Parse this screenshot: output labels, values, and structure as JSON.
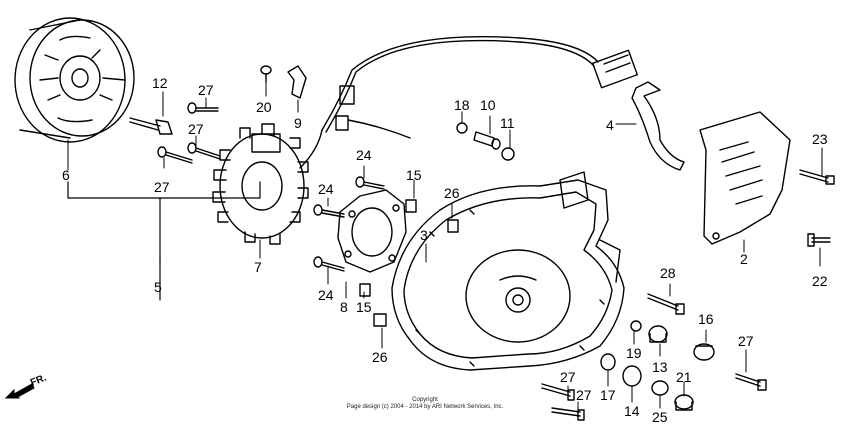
{
  "diagram": {
    "part_labels": [
      {
        "id": "p6",
        "text": "6"
      },
      {
        "id": "p5",
        "text": "5"
      },
      {
        "id": "p7",
        "text": "7"
      },
      {
        "id": "p12",
        "text": "12"
      },
      {
        "id": "p27a",
        "text": "27"
      },
      {
        "id": "p27b",
        "text": "27"
      },
      {
        "id": "p27c",
        "text": "27"
      },
      {
        "id": "p20",
        "text": "20"
      },
      {
        "id": "p9",
        "text": "9"
      },
      {
        "id": "p18",
        "text": "18"
      },
      {
        "id": "p10",
        "text": "10"
      },
      {
        "id": "p11",
        "text": "11"
      },
      {
        "id": "p4",
        "text": "4"
      },
      {
        "id": "p23",
        "text": "23"
      },
      {
        "id": "p2",
        "text": "2"
      },
      {
        "id": "p22",
        "text": "22"
      },
      {
        "id": "p24a",
        "text": "24"
      },
      {
        "id": "p24b",
        "text": "24"
      },
      {
        "id": "p24c",
        "text": "24"
      },
      {
        "id": "p15a",
        "text": "15"
      },
      {
        "id": "p15b",
        "text": "15"
      },
      {
        "id": "p26a",
        "text": "26"
      },
      {
        "id": "p26b",
        "text": "26"
      },
      {
        "id": "p3",
        "text": "3"
      },
      {
        "id": "p8",
        "text": "8"
      },
      {
        "id": "p28",
        "text": "28"
      },
      {
        "id": "p16",
        "text": "16"
      },
      {
        "id": "p19",
        "text": "19"
      },
      {
        "id": "p13",
        "text": "13"
      },
      {
        "id": "p17",
        "text": "17"
      },
      {
        "id": "p14",
        "text": "14"
      },
      {
        "id": "p27d",
        "text": "27"
      },
      {
        "id": "p27e",
        "text": "27"
      },
      {
        "id": "p27f",
        "text": "27"
      },
      {
        "id": "p21",
        "text": "21"
      },
      {
        "id": "p25",
        "text": "25"
      }
    ],
    "direction_text": "FR.",
    "copyright_title": "Copyright",
    "copyright_line": "Page design (c) 2004 - 2014 by ARI Network Services, Inc."
  }
}
